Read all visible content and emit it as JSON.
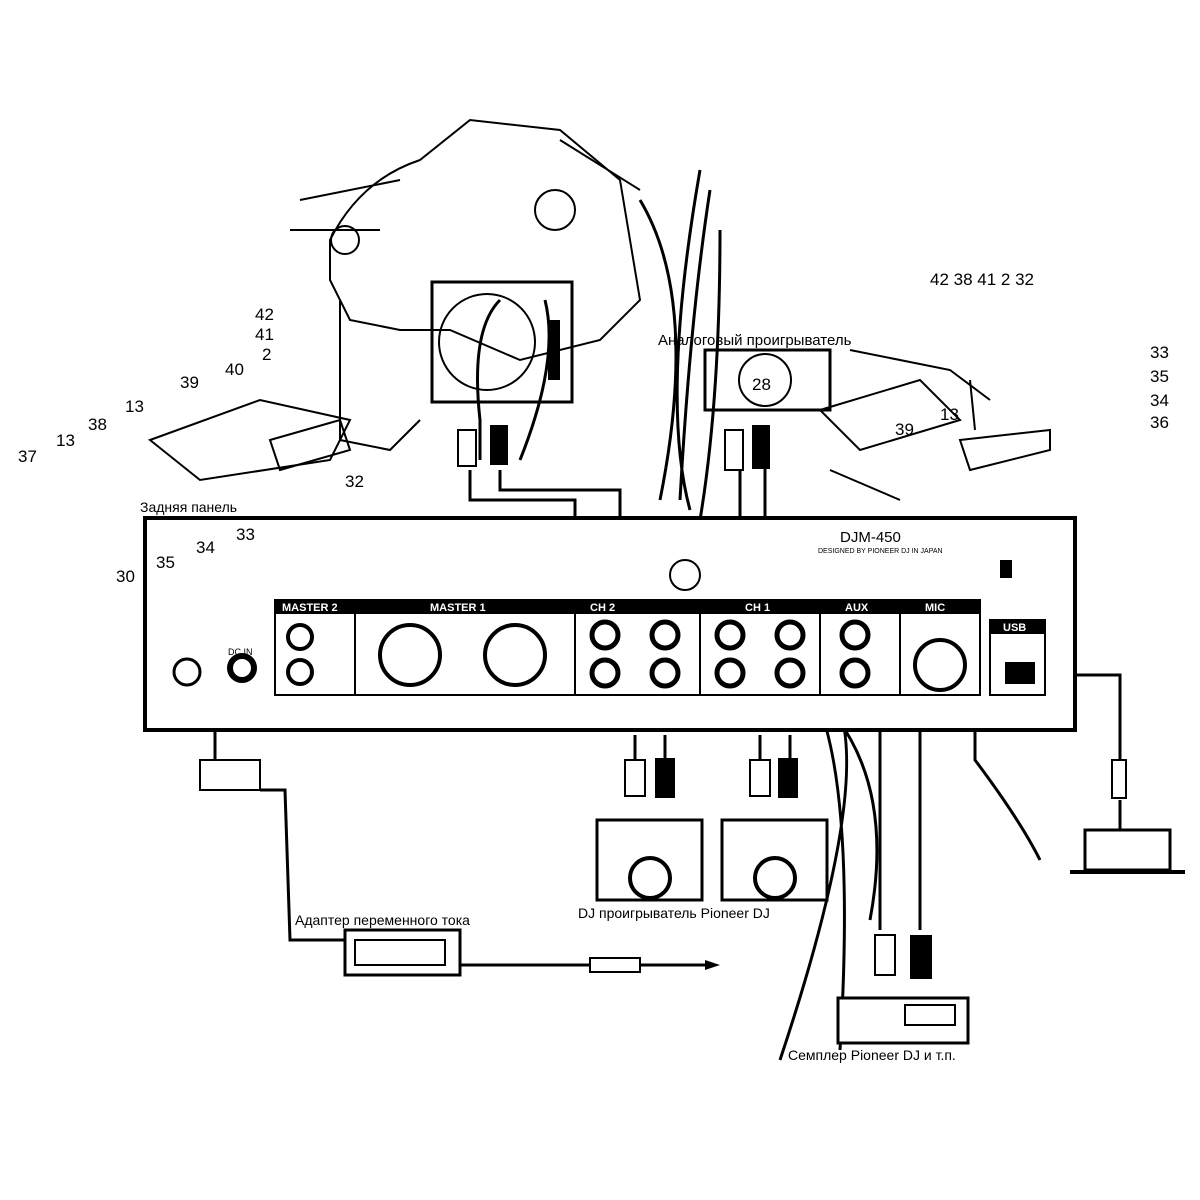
{
  "labels": {
    "turntable": "Аналоговый проигрыватель",
    "rear_panel": "Задняя панель",
    "model": "DJM-450",
    "designed": "DESIGNED BY PIONEER DJ IN JAPAN",
    "adapter": "Адаптер переменного тока",
    "dj_player": "DJ проигрыватель Pioneer DJ",
    "sampler": "Семплер Pioneer DJ и т.п.",
    "dc_in": "DC IN"
  },
  "sections": {
    "master2": "MASTER 2",
    "master1": "MASTER 1",
    "ch2": "CH 2",
    "ch1": "CH 1",
    "aux": "AUX",
    "mic": "MIC",
    "usb": "USB"
  },
  "callouts": {
    "top_right": "42 38 41 2 32",
    "r33": "33",
    "r35": "35",
    "r34": "34",
    "r36": "36",
    "r13": "13",
    "r39": "39",
    "r28": "28",
    "l42": "42",
    "l41": "41",
    "l2": "2",
    "l40": "40",
    "l39": "39",
    "l13a": "13",
    "l38": "38",
    "l13b": "13",
    "l37": "37",
    "l32": "32",
    "l33": "33",
    "l34": "34",
    "l35": "35",
    "l30": "30"
  }
}
